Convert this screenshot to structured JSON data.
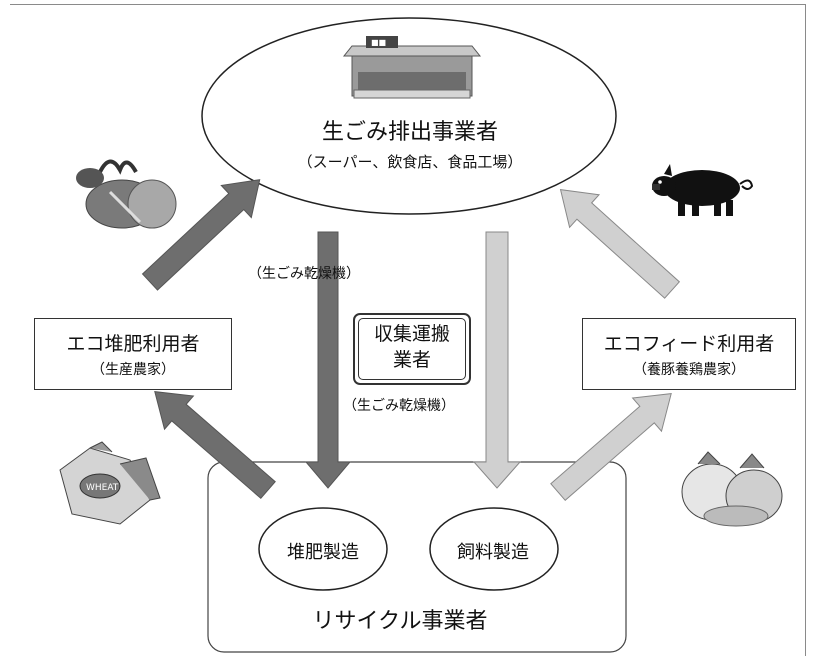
{
  "generator": {
    "title": "生ごみ排出事業者",
    "subtitle": "（スーパー、飲食店、食品工場）"
  },
  "compost_user": {
    "title": "エコ堆肥利用者",
    "subtitle": "（生産農家）"
  },
  "feed_user": {
    "title": "エコフィード利用者",
    "subtitle": "（養豚養鶏農家）"
  },
  "collector": {
    "line1": "収集運搬",
    "line2": "業者",
    "dryer_note": "（生ごみ乾燥機）"
  },
  "dryer_note_generator": "（生ごみ乾燥機）",
  "recycler": {
    "title": "リサイクル事業者",
    "compost": "堆肥製造",
    "feed": "飼料製造"
  },
  "colors": {
    "dark_arrow": "#6e6e6e",
    "light_arrow": "#d0d0d0",
    "outline": "#222222"
  },
  "icons": [
    "store-icon",
    "vegetables-icon",
    "pig-icon",
    "wheat-sacks-icon",
    "feed-sacks-icon"
  ]
}
